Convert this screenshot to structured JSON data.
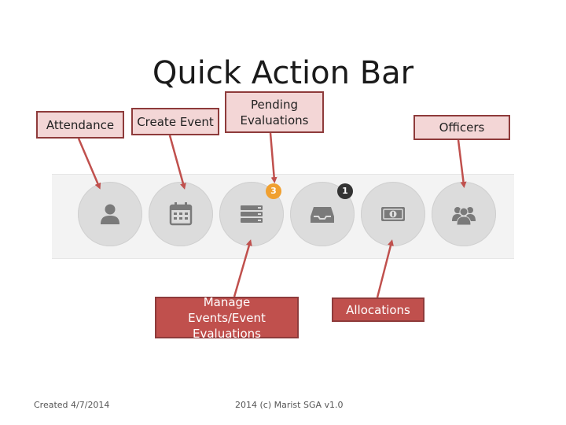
{
  "title": "Quick Action Bar",
  "callouts": {
    "attendance": "Attendance",
    "create_event": "Create Event",
    "pending_evaluations": "Pending Evaluations",
    "officers": "Officers",
    "manage_events": "Manage Events/Event Evaluations",
    "allocations": "Allocations"
  },
  "toolbar": {
    "buttons": [
      {
        "icon": "user-icon"
      },
      {
        "icon": "calendar-icon"
      },
      {
        "icon": "list-icon"
      },
      {
        "icon": "inbox-icon"
      },
      {
        "icon": "money-icon"
      },
      {
        "icon": "group-icon"
      }
    ],
    "badges": {
      "pending_evaluations_count": "3",
      "inbox_count": "1"
    }
  },
  "colors": {
    "callout_fill_light": "#f3d6d6",
    "callout_fill_dark": "#c0504d",
    "callout_border": "#8e3b3b",
    "arrow": "#c0504d",
    "button_bg": "#dcdcdc",
    "icon": "#7a7a7a",
    "badge_orange": "#f0a030",
    "badge_dark": "#333333"
  },
  "footer": {
    "created": "Created 4/7/2014",
    "copyright": "2014 (c) Marist SGA v1.0"
  }
}
